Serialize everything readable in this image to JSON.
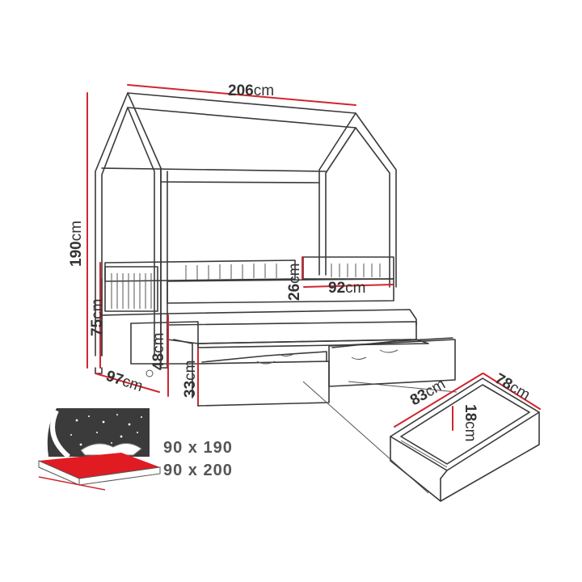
{
  "colors": {
    "dimension": "#d0262f",
    "outline": "#3a3a3a",
    "mattress": "#e01b22",
    "night": "#3b3b3b"
  },
  "dimensions": {
    "length": {
      "value": "206",
      "unit": "cm"
    },
    "height": {
      "value": "190",
      "unit": "cm"
    },
    "side_height": {
      "value": "75",
      "unit": "cm"
    },
    "depth": {
      "value": "97",
      "unit": "cm"
    },
    "trundle_height": {
      "value": "48",
      "unit": "cm"
    },
    "drawer_front": {
      "value": "33",
      "unit": "cm"
    },
    "rail_height": {
      "value": "26",
      "unit": "cm"
    },
    "rail_length": {
      "value": "92",
      "unit": "cm"
    },
    "drawer_length": {
      "value": "83",
      "unit": "cm"
    },
    "drawer_width": {
      "value": "78",
      "unit": "cm"
    },
    "drawer_depth": {
      "value": "18",
      "unit": "cm"
    }
  },
  "mattress_sizes": [
    "90 x 190",
    "90 x 200"
  ]
}
